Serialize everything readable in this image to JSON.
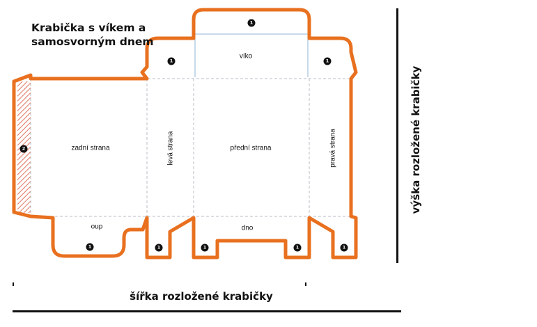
{
  "title": {
    "line1": "Krabička s víkem a",
    "line2": "samosvorným dnem"
  },
  "colors": {
    "outline": "#e8701f",
    "fold_line": "#b8bec6",
    "glue_hatch": "#d9543a",
    "badge": "#111111"
  },
  "panels": {
    "lid": "víko",
    "back": "zadní strana",
    "left": "levá strana",
    "front": "přední strana",
    "right": "pravá strana",
    "bottom_flap": "oup",
    "bottom": "dno"
  },
  "badges": {
    "one": "1",
    "two": "2"
  },
  "dimensions": {
    "width_label": "šířka rozložené krabičky",
    "height_label": "výška rozložené krabičky"
  }
}
